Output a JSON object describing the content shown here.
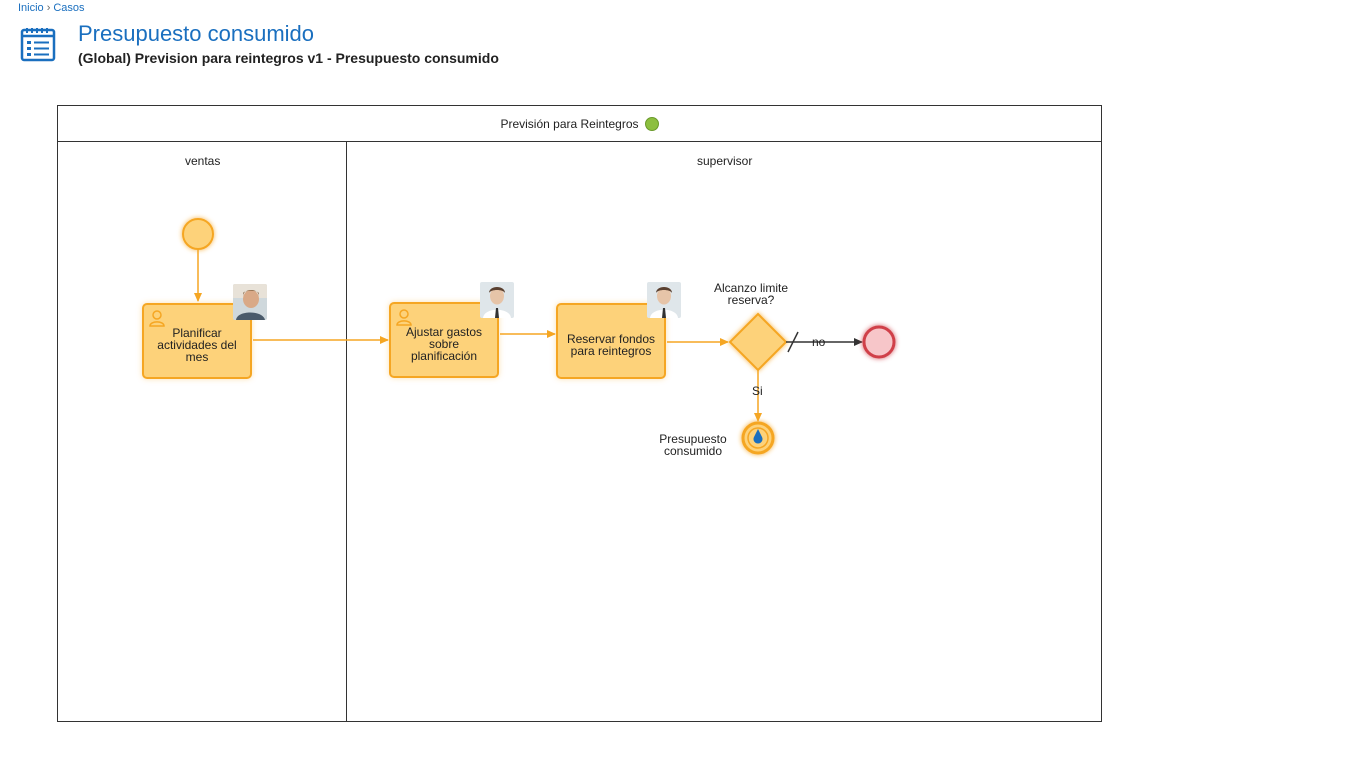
{
  "breadcrumb": {
    "home": "Inicio",
    "separator": "›",
    "current": "Casos"
  },
  "header": {
    "icon": "case-list-icon",
    "title": "Presupuesto consumido",
    "subtitle": "(Global) Prevision para reintegros v1 - Presupuesto consumido"
  },
  "pool": {
    "title": "Previsión para Reintegros",
    "status_color": "#8cbf3f",
    "lanes": [
      {
        "label": "ventas"
      },
      {
        "label": "supervisor"
      }
    ]
  },
  "tasks": [
    {
      "label": "Planificar actividades del mes",
      "icon": "user-task-icon",
      "assignee_avatar": "avatar-icon"
    },
    {
      "label": "Ajustar gastos sobre planificación",
      "icon": "user-task-icon",
      "assignee_avatar": "avatar-icon"
    },
    {
      "label": "Reservar fondos para reintegros",
      "icon": "user-task-icon",
      "assignee_avatar": "avatar-icon"
    }
  ],
  "gateway": {
    "question": "Alcanzo limite reserva?",
    "yes_label": "Si",
    "no_label": "no"
  },
  "intermediate_event": {
    "label": "Presupuesto consumido"
  },
  "colors": {
    "accent": "#1a6fbf",
    "task_fill": "#fdd27a",
    "task_border": "#f5a623",
    "end_event": "#d0404a"
  }
}
